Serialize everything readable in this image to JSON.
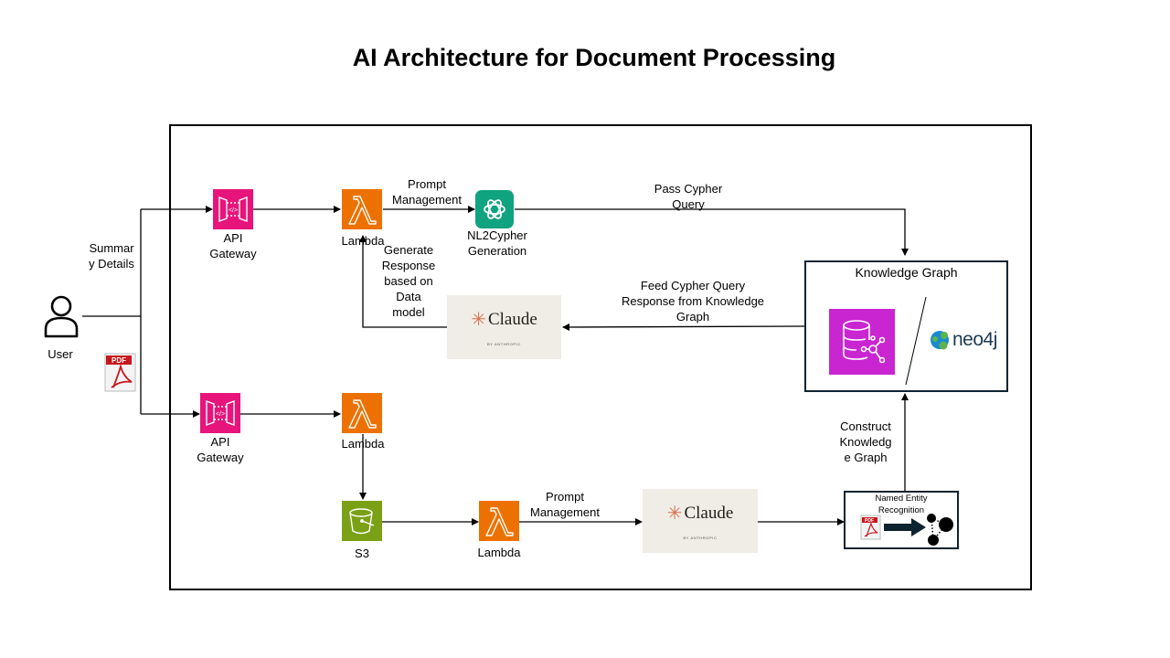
{
  "title": "AI Architecture for Document Processing",
  "colors": {
    "api_gateway": "#e7157b",
    "lambda": "#ed7100",
    "s3": "#7aa116",
    "openai": "#10a37f",
    "neptune": "#c925d1",
    "claude_bg": "#efede6",
    "claude_star": "#d9714c"
  },
  "nodes": {
    "user": {
      "label": "User",
      "icon": "person-icon"
    },
    "pdf_input": {
      "icon": "pdf-icon"
    },
    "api_gateway_top": {
      "label": "API\nGateway",
      "icon": "api-gateway-icon"
    },
    "lambda_top": {
      "label": "Lambda",
      "icon": "lambda-icon"
    },
    "nl2cypher": {
      "label": "NL2Cypher\nGeneration",
      "icon": "openai-icon"
    },
    "claude_top": {
      "brand": "Claude",
      "byline": "BY ANTHROPIC"
    },
    "knowledge_graph": {
      "label": "Knowledge Graph",
      "left_icon": "neptune-graph-database-icon",
      "right_brand": "neo4j"
    },
    "api_gateway_bottom": {
      "label": "API\nGateway",
      "icon": "api-gateway-icon"
    },
    "lambda_mid": {
      "label": "Lambda",
      "icon": "lambda-icon"
    },
    "s3": {
      "label": "S3",
      "icon": "s3-bucket-icon"
    },
    "lambda_bottom": {
      "label": "Lambda",
      "icon": "lambda-icon"
    },
    "claude_bottom": {
      "brand": "Claude",
      "byline": "BY ANTHROPIC"
    },
    "ner": {
      "label": "Named Entity\nRecognition"
    }
  },
  "edge_labels": {
    "summary_details": "Summar\ny Details",
    "prompt_management_top": "Prompt\nManagement",
    "pass_cypher_query": "Pass Cypher\nQuery",
    "generate_response": "Generate\nResponse\nbased on\nData\nmodel",
    "feed_cypher_response": "Feed Cypher Query\nResponse from Knowledge\nGraph",
    "prompt_management_bottom": "Prompt\nManagement",
    "construct_kg": "Construct\nKnowledg\ne Graph"
  }
}
